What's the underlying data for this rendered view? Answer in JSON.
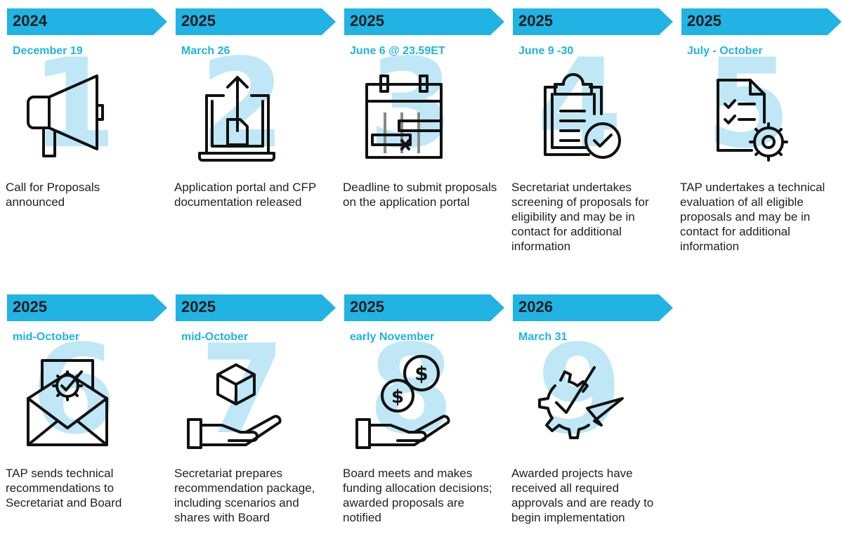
{
  "accent_color": "#20b3e3",
  "number_color": "#bfe7f6",
  "steps": [
    {
      "number": "1",
      "year": "2024",
      "date": "December 19",
      "icon": "megaphone-icon",
      "description": "Call for Proposals announced"
    },
    {
      "number": "2",
      "year": "2025",
      "date": "March 26",
      "icon": "laptop-upload-icon",
      "description": "Application portal and CFP documentation released"
    },
    {
      "number": "3",
      "year": "2025",
      "date": "June 6 @ 23.59ET",
      "icon": "calendar-deadline-icon",
      "description": "Deadline to submit proposals on the application portal"
    },
    {
      "number": "4",
      "year": "2025",
      "date": "June 9 -30",
      "icon": "clipboard-check-icon",
      "description": "Secretariat undertakes screening of proposals for eligibility and may be in contact for additional information"
    },
    {
      "number": "5",
      "year": "2025",
      "date": "July - October",
      "icon": "document-gear-icon",
      "description": "TAP undertakes a technical evaluation of all eligible proposals and may be in contact for additional information"
    },
    {
      "number": "6",
      "year": "2025",
      "date": "mid-October",
      "icon": "envelope-gear-icon",
      "description": "TAP sends technical recommendations to Secretariat and Board"
    },
    {
      "number": "7",
      "year": "2025",
      "date": "mid-October",
      "icon": "hand-box-icon",
      "description": "Secretariat prepares recommendation package, including scenarios and shares with Board"
    },
    {
      "number": "8",
      "year": "2025",
      "date": "early November",
      "icon": "hand-coins-icon",
      "description": "Board meets and makes funding allocation decisions; awarded proposals are notified"
    },
    {
      "number": "9",
      "year": "2026",
      "date": "March 31",
      "icon": "gear-check-send-icon",
      "description": "Awarded projects have received all required approvals and are ready to begin implementation"
    }
  ]
}
